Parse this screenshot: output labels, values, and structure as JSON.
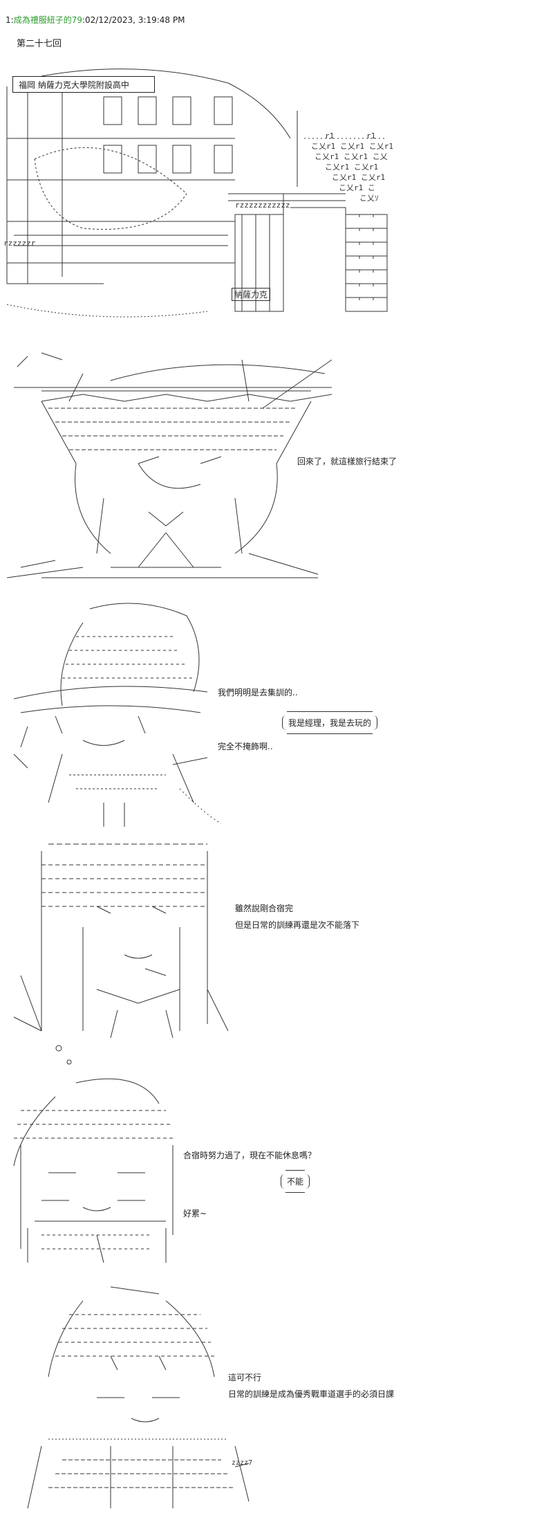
{
  "post": {
    "number": "1",
    "poster": "成為禮服紐子的79",
    "timestamp": "02/12/2023, 3:19:48 PM"
  },
  "chapter_title": "第二十七回",
  "scene1": {
    "sign": "福岡 納薩力克大學院附設高中",
    "school_plate": "納薩力克"
  },
  "scene2": {
    "caption": "回來了，就這樣旅行結束了"
  },
  "scene3": {
    "line1": "我們明明是去集訓的..",
    "bubble": "我是經理，我是去玩的",
    "line2": "完全不掩飾啊.."
  },
  "scene4": {
    "line1": "雖然說剛合宿完",
    "line2": "但是日常的訓練再還是次不能落下"
  },
  "scene5": {
    "line1": "合宿時努力過了，現在不能休息嗎？",
    "bubble": "不能",
    "line2": "好累~"
  },
  "scene6": {
    "line1": "這可不行",
    "line2": "日常的訓練是成為優秀戰車道選手的必須日課"
  }
}
